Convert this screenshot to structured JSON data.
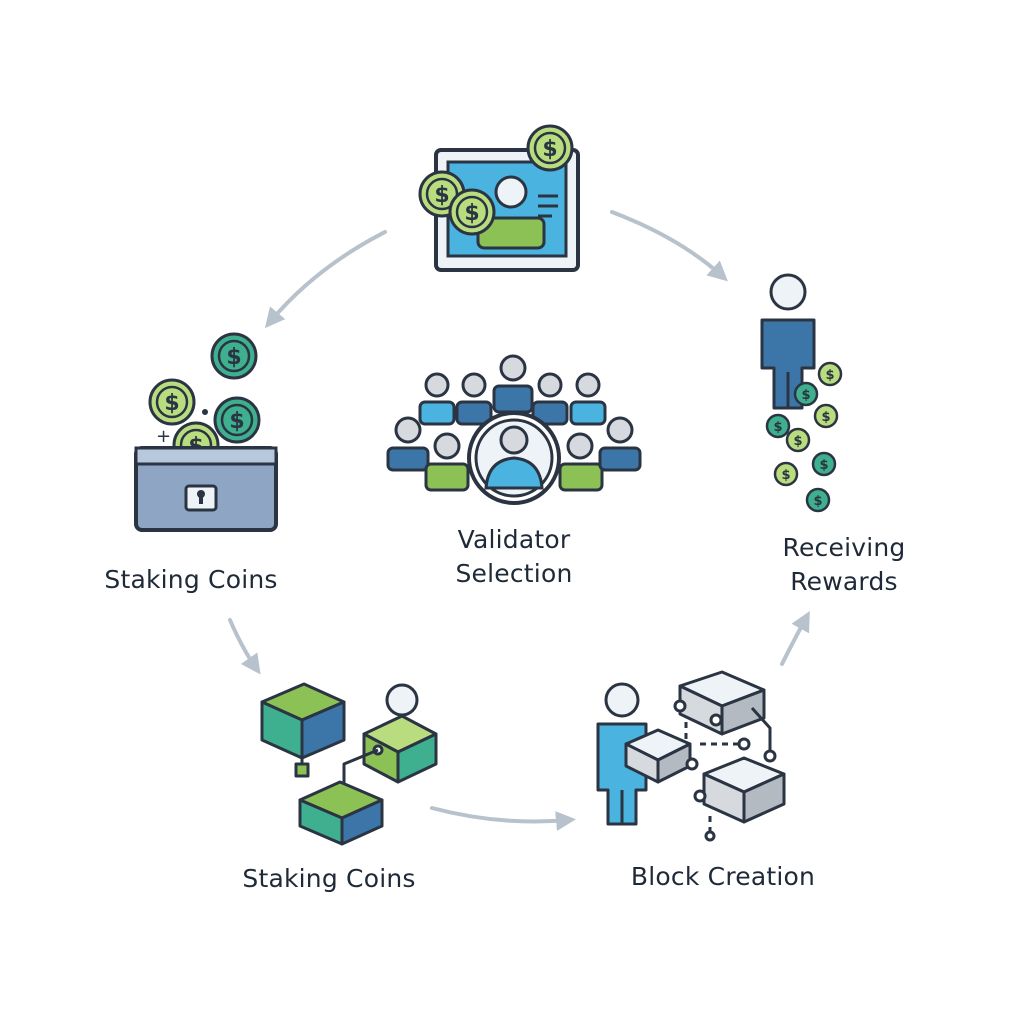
{
  "diagram": {
    "stages": [
      {
        "id": "validator-profile",
        "label_lines": [],
        "icon": "validator-profile-monitor-icon"
      },
      {
        "id": "staking-coins-top",
        "label_lines": [
          "Staking Coins"
        ],
        "icon": "coin-vault-icon"
      },
      {
        "id": "validator-selection",
        "label_lines": [
          "Validator",
          "Selection"
        ],
        "icon": "validator-group-icon"
      },
      {
        "id": "receiving-rewards",
        "label_lines": [
          "Receiving",
          "Rewards"
        ],
        "icon": "reward-person-coins-icon"
      },
      {
        "id": "staking-coins-bottom",
        "label_lines": [
          "Staking Coins"
        ],
        "icon": "connected-cubes-icon"
      },
      {
        "id": "block-creation",
        "label_lines": [
          "Block Creation"
        ],
        "icon": "block-creation-icon"
      }
    ],
    "coin_symbol": "$",
    "colors": {
      "outline": "#2b3442",
      "arrow": "#b8c2cc",
      "green": "#8cc255",
      "green_light": "#b9dd7e",
      "teal": "#3fb08f",
      "blue": "#3c76a8",
      "sky": "#4bb3df",
      "gray": "#d6d9dd",
      "vault": "#8ea6c4",
      "text": "#1f2a38"
    }
  }
}
